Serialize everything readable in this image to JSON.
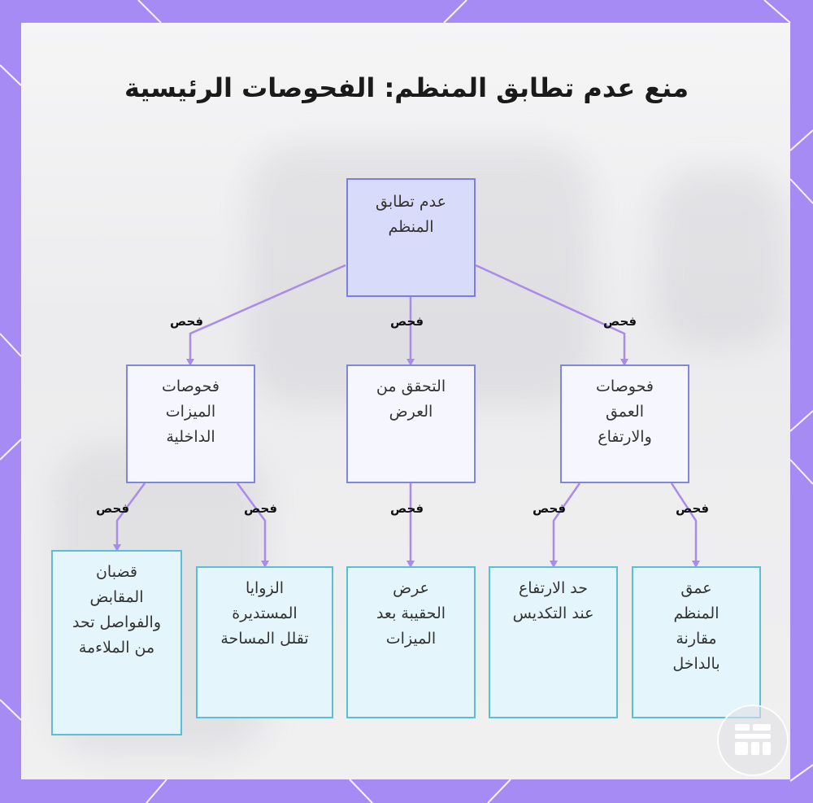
{
  "title": "منع عدم تطابق المنظم: الفحوصات الرئيسية",
  "nodes": {
    "root": "عدم تطابق المنظم",
    "mid_depth": "فحوصات العمق والارتفاع",
    "mid_width": "التحقق من العرض",
    "mid_internal": "فحوصات الميزات الداخلية",
    "leaf_depth": "عمق المنظم مقارنة بالداخل",
    "leaf_height": "حد الارتفاع عند التكديس",
    "leaf_width": "عرض الحقيبة بعد الميزات",
    "leaf_corners": "الزوايا المستديرة تقلل المساحة",
    "leaf_rods": "قضبان المقابض والفواصل تحد من الملاءمة"
  },
  "edges": {
    "label": "فحص"
  },
  "colors": {
    "border_frame": "#a78bf5",
    "root_fill": "#d9dbfb",
    "mid_fill": "#f6f7fe",
    "leaf_fill": "#e4f6fc",
    "edge_color": "#a98be8"
  }
}
